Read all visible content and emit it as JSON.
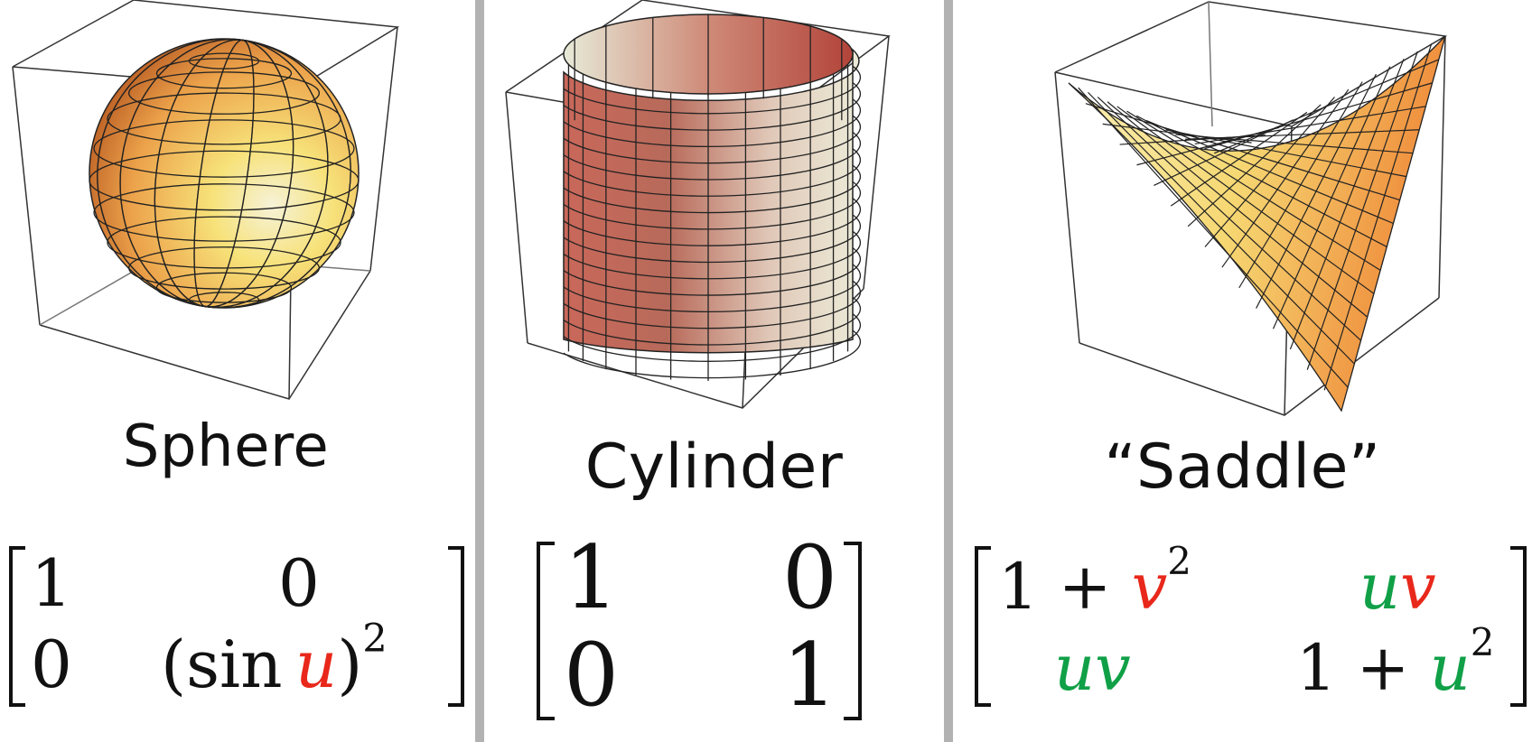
{
  "panels": [
    {
      "title": "Sphere",
      "matrix": {
        "a11": "1",
        "a12": "0",
        "a21": "0",
        "a22_open": "(sin ",
        "a22_var": "u",
        "a22_close": ")",
        "a22_exp": "2"
      }
    },
    {
      "title": "Cylinder",
      "matrix": {
        "a11": "1",
        "a12": "0",
        "a21": "0",
        "a22": "1"
      }
    },
    {
      "title": "“Saddle”",
      "matrix": {
        "a11_pre": "1 + ",
        "a11_var": "v",
        "a11_exp": "2",
        "a12_u": "u",
        "a12_v": "v",
        "a21_u": "u",
        "a21_v": "v",
        "a22_pre": "1 + ",
        "a22_var": "u",
        "a22_exp": "2"
      }
    }
  ],
  "colors": {
    "red": "#e8281b",
    "green": "#10a047",
    "divider": "#b2b2b2"
  },
  "icons": [
    "sphere-plot",
    "cylinder-plot",
    "saddle-plot"
  ]
}
